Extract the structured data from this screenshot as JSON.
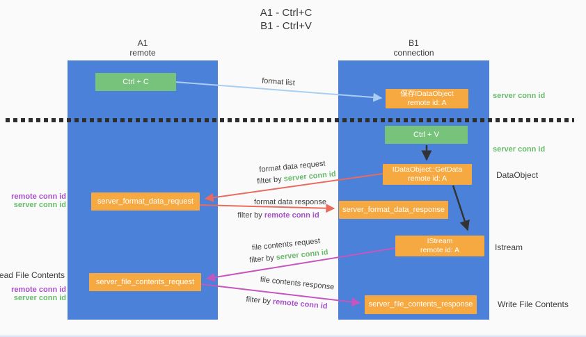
{
  "title": {
    "line1": "A1 - Ctrl+C",
    "line2": "B1 - Ctrl+V"
  },
  "columns": {
    "a1": {
      "name": "A1",
      "subtitle": "remote"
    },
    "b1": {
      "name": "B1",
      "subtitle": "connection"
    }
  },
  "nodes": {
    "ctrl_c": {
      "label": "Ctrl + C"
    },
    "ctrl_v": {
      "label": "Ctrl + V"
    },
    "save_idataobject": {
      "line1": "保存IDataObject",
      "line2": "remote id: A"
    },
    "idataobject_getdata": {
      "line1": "IDataObject::GetData",
      "line2": "remote id: A"
    },
    "istream": {
      "line1": "IStream",
      "line2": "remote id: A"
    },
    "server_format_data_request": {
      "label": "server_format_data_request"
    },
    "server_format_data_response": {
      "label": "server_format_data_response"
    },
    "server_file_contents_request": {
      "label": "server_file_contents_request"
    },
    "server_file_contents_response": {
      "label": "server_file_contents_response"
    }
  },
  "flow_labels": {
    "format_list": "format list",
    "format_data_request": "format data request",
    "format_data_response": "format data response",
    "file_contents_request": "file contents request",
    "file_contents_response": "file contents response",
    "filter_by": "filter by",
    "server_conn_id": "server conn id",
    "remote_conn_id": "remote conn id"
  },
  "side_labels": {
    "server_conn_id": "server conn id",
    "remote_conn_id": "remote conn id",
    "dataobject": "DataObject",
    "istream": "Istream",
    "read_file_contents": "Read File Contents",
    "write_file_contents": "Write File Contents"
  },
  "colors": {
    "panel_blue": "#4b81d8",
    "node_green": "#77c37c",
    "node_orange": "#f7a941",
    "arrow_blue": "#a9cef2",
    "arrow_red": "#e96b5f",
    "arrow_magenta": "#c556be",
    "arrow_black": "#333333",
    "text_green": "#68bb6c",
    "text_purple": "#a750c8",
    "text_gray": "#3d3d3d",
    "background": "#fafafa"
  }
}
